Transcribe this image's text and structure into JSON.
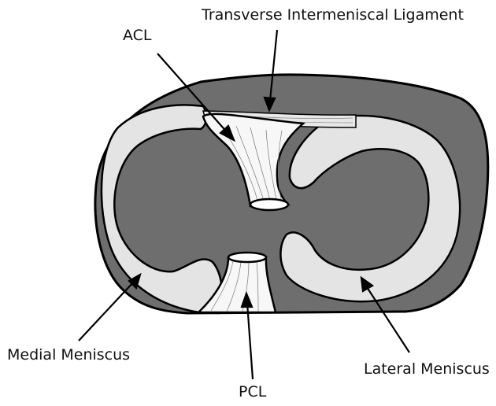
{
  "labels": {
    "acl": "ACL",
    "transverse_intermeniscal_ligament": "Transverse Intermeniscal Ligament",
    "medial_meniscus": "Medial Meniscus",
    "lateral_meniscus": "Lateral Meniscus",
    "pcl": "PCL"
  },
  "colors": {
    "tibial_plateau": "#6e6e6e",
    "meniscus": "#e4e4e4",
    "ligament": "#f7f7f7",
    "outline": "#000000",
    "background": "#ffffff"
  }
}
